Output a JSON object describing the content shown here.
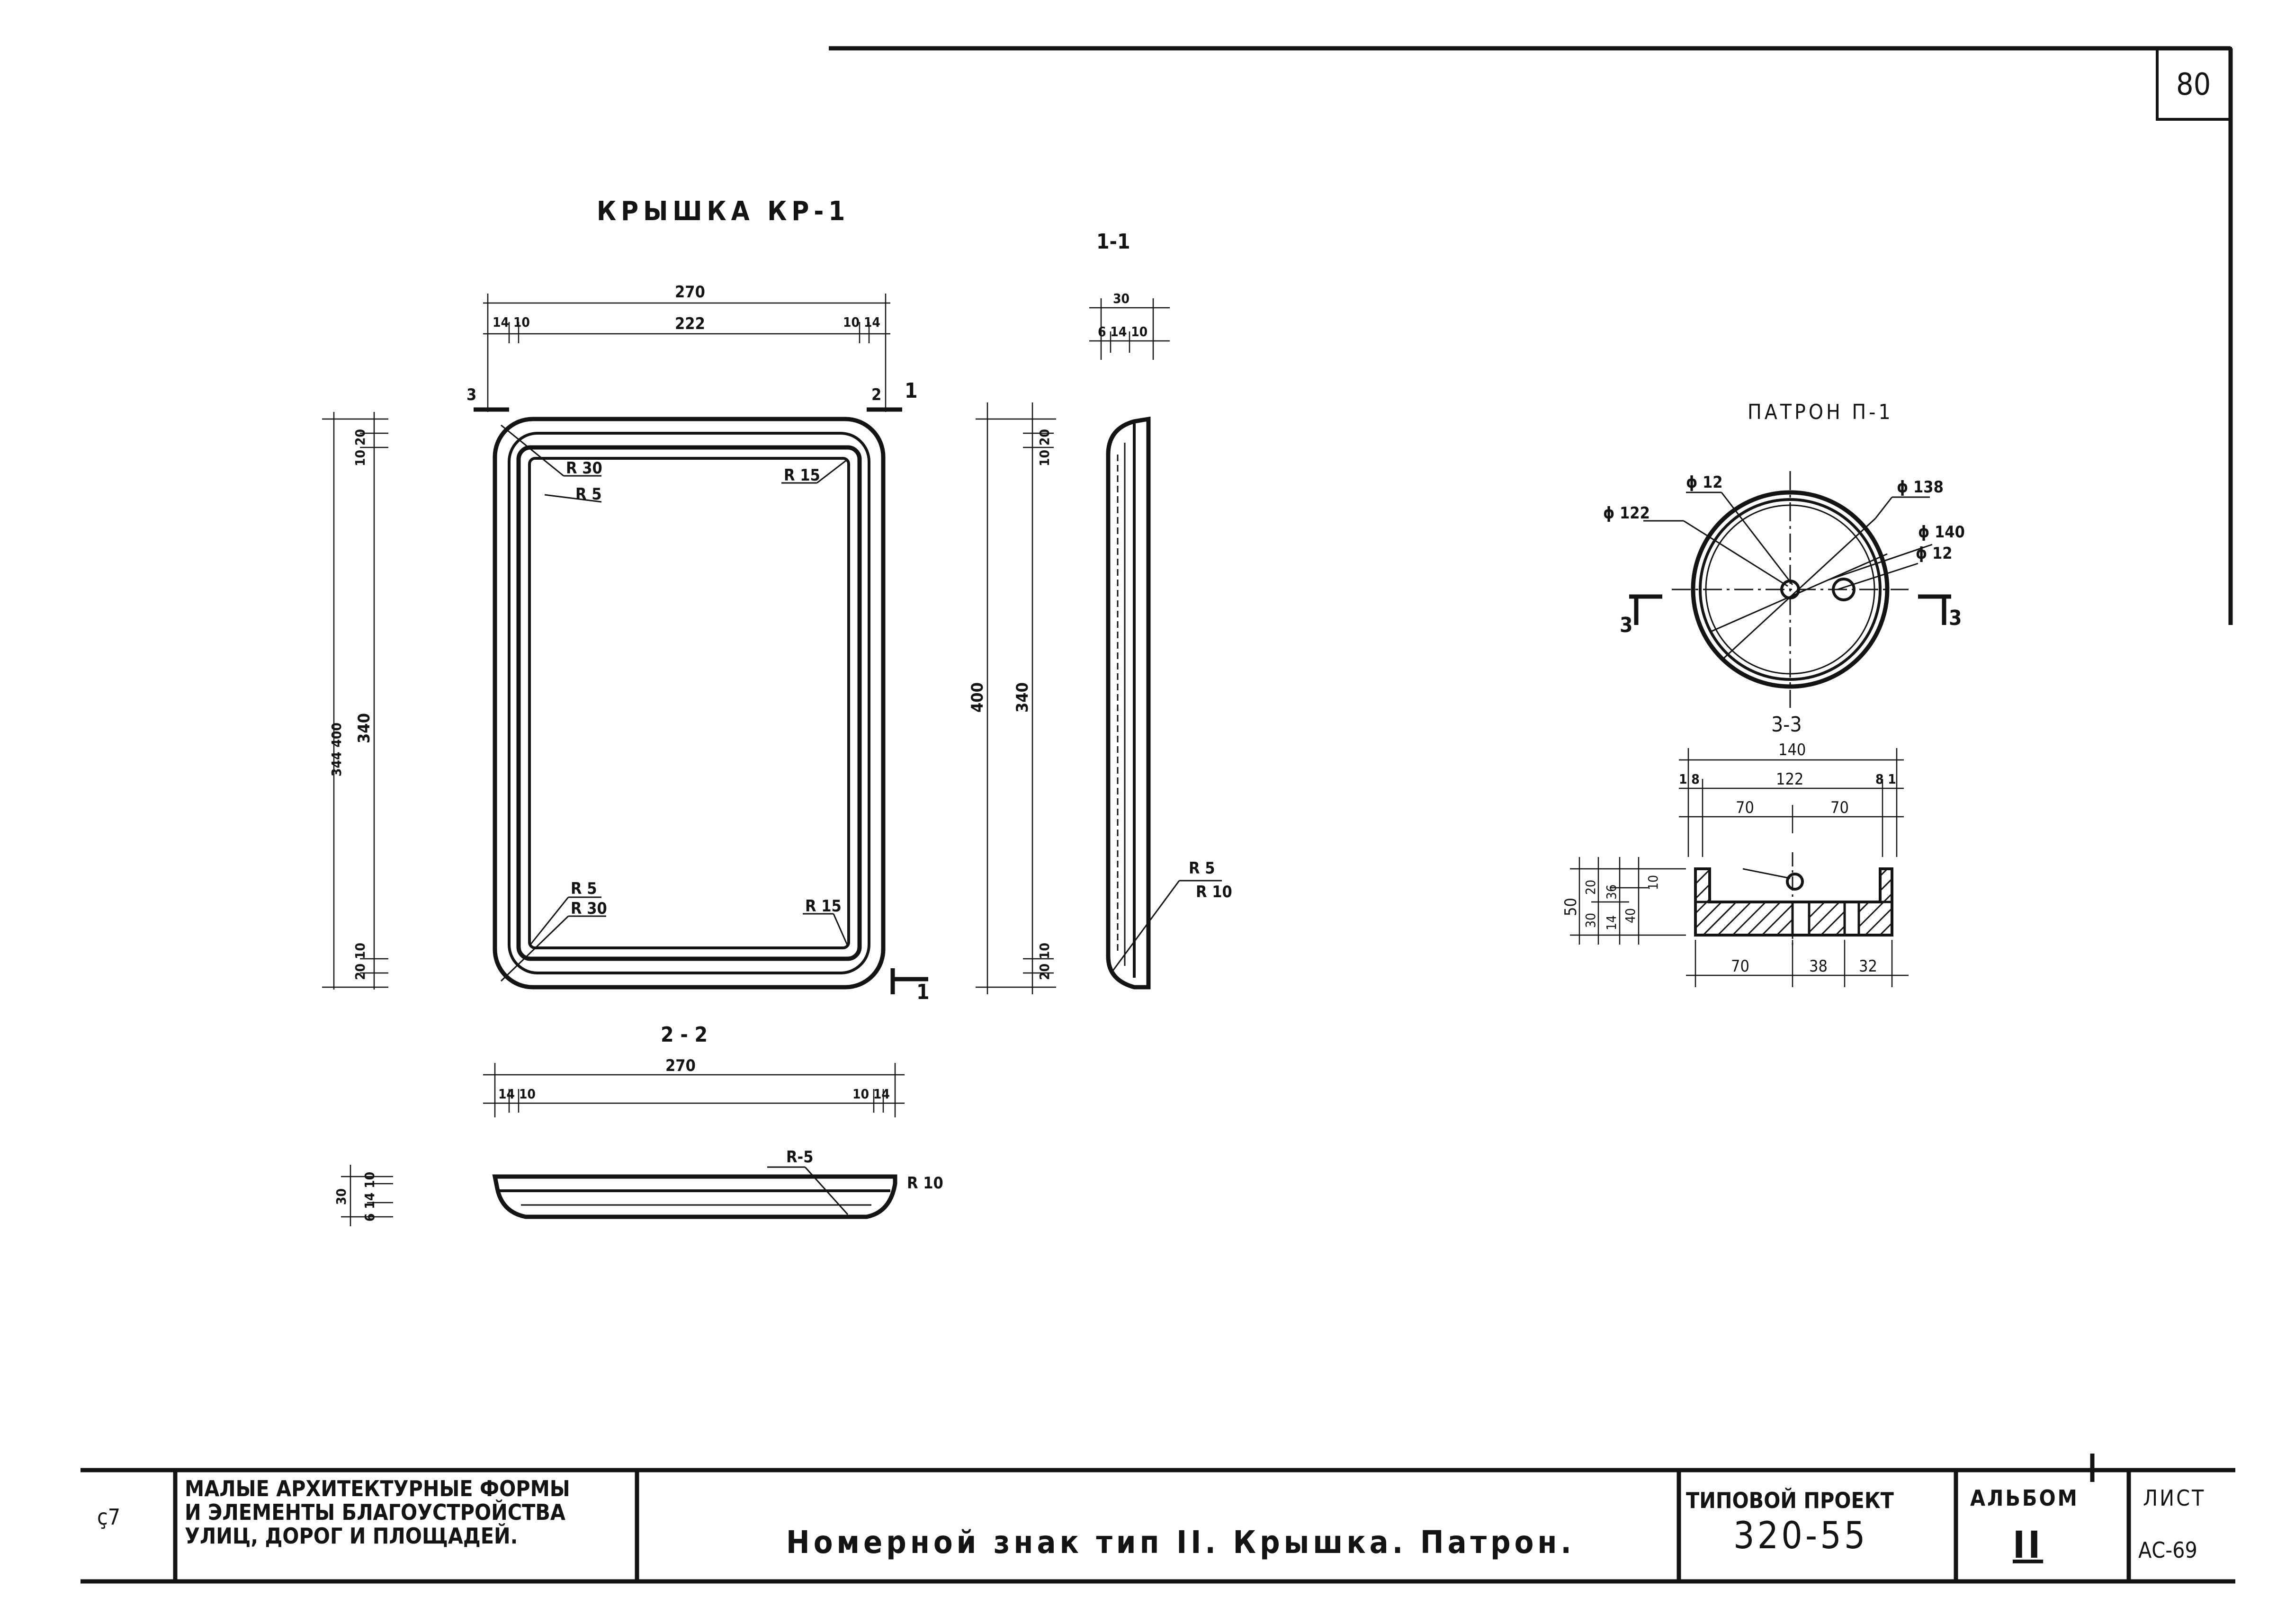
{
  "sheet_number": "80",
  "views": {
    "cover": {
      "title": "КРЫШКА КР-1",
      "section_1_1_tag": "1",
      "section_2_2_tag": "2",
      "dims": {
        "width_outer": "270",
        "width_inner": "222",
        "edge_pair_left": "14 10",
        "edge_pair_right": "10 14",
        "height_left": "340",
        "height_left_extra": "344 400",
        "top_pair": "10 20",
        "bottom_pair": "20 10",
        "top_side_note": "3",
        "top_side_note_right": "2"
      },
      "radii": {
        "top_left_outer": "R 30",
        "top_left_inner": "R 5",
        "top_right": "R 15",
        "bottom_left_inner": "R 5",
        "bottom_left_outer": "R 30",
        "bottom_right": "R 15"
      }
    },
    "section_1_1": {
      "title": "1-1",
      "dims": {
        "thickness": "30",
        "thickness_parts": "6 14 10",
        "height_400": "400",
        "height_340": "340",
        "top_pair": "10 20",
        "bottom_pair": "20 10"
      },
      "radii": {
        "r5": "R 5",
        "r10": "R 10"
      }
    },
    "section_2_2": {
      "title": "2 - 2",
      "dims": {
        "width": "270",
        "edge_left": "14 10",
        "edge_right": "10 14",
        "thickness": "30",
        "thickness_parts": "6 14 10"
      },
      "radii": {
        "r5": "R-5",
        "r10": "R 10"
      }
    },
    "cartridge": {
      "title": "ПАТРОН П-1",
      "labels": {
        "d12_top": "ϕ 12",
        "d122": "ϕ 122",
        "d138": "ϕ 138",
        "d140": "ϕ 140",
        "d12_right": "ϕ 12",
        "cut_left": "3",
        "cut_right": "3"
      }
    },
    "section_3_3": {
      "title": "3-3",
      "dims": {
        "width_140": "140",
        "width_122": "122",
        "half_left": "70",
        "half_right": "70",
        "edge_left": "1 8",
        "edge_right": "8 1",
        "height_50": "50",
        "h_30": "30",
        "h_20": "20",
        "h_14": "14",
        "h_36": "36",
        "h_40": "40",
        "h_10": "10",
        "bottom_70": "70",
        "bottom_38": "38",
        "bottom_32": "32"
      }
    }
  },
  "title_block": {
    "side_mark": "ç7",
    "category_line_1": "МАЛЫЕ АРХИТЕКТУРНЫЕ ФОРМЫ",
    "category_line_2": "И ЭЛЕМЕНТЫ БЛАГОУСТРОЙСТВА",
    "category_line_3": "УЛИЦ, ДОРОГ И ПЛОЩАДЕЙ.",
    "drawing_title": "Номерной знак тип II. Крышка. Патрон.",
    "project_label": "ТИПОВОЙ ПРОЕКТ",
    "project_number": "320-55",
    "album_label": "АЛЬБОМ",
    "album_number": "II",
    "sheet_label": "ЛИСТ",
    "sheet_code": "АС-69"
  }
}
